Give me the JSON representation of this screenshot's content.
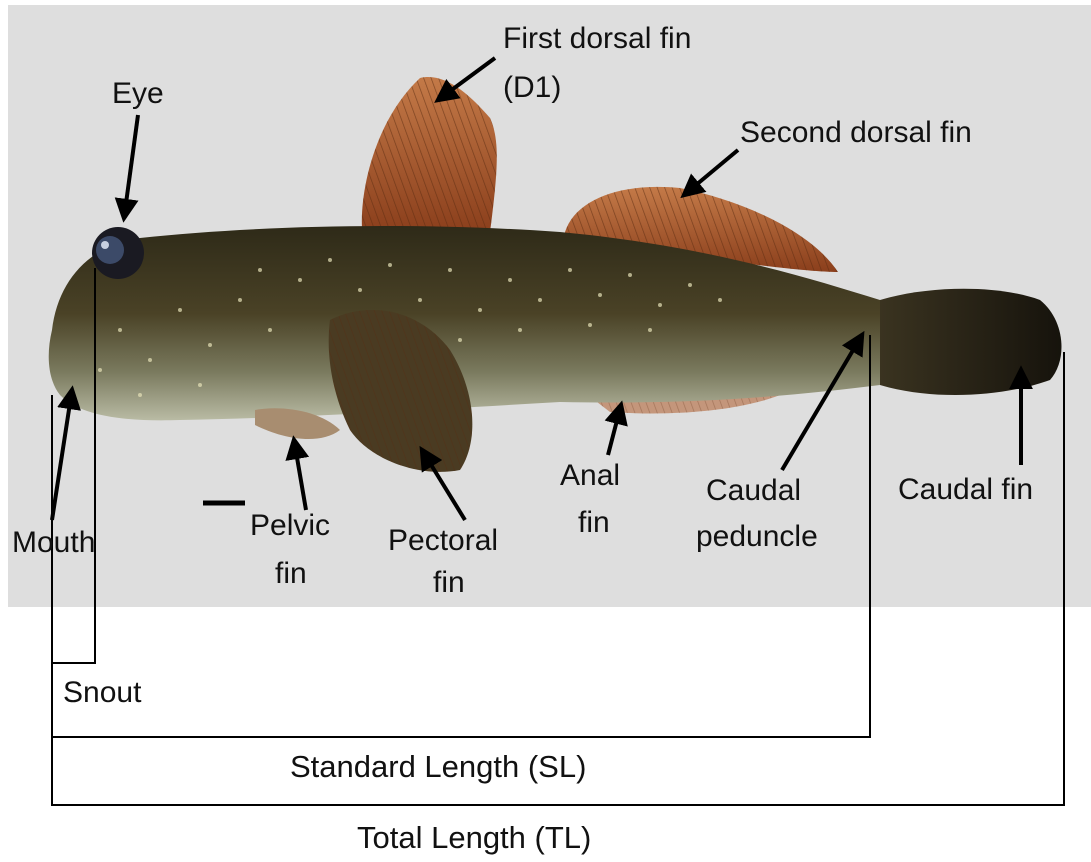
{
  "labels": {
    "first_dorsal_fin": [
      "First dorsal fin",
      "(D1)"
    ],
    "eye": "Eye",
    "second_dorsal_fin": "Second dorsal fin",
    "mouth": "Mouth",
    "pelvic_fin": [
      "Pelvic",
      "fin"
    ],
    "pectoral_fin": [
      "Pectoral",
      "fin"
    ],
    "anal_fin": [
      "Anal",
      "fin"
    ],
    "caudal_peduncle": [
      "Caudal",
      "peduncle"
    ],
    "caudal_fin": "Caudal fin",
    "snout": "Snout",
    "standard_length": "Standard Length (SL)",
    "total_length": "Total Length (TL)"
  },
  "colors": {
    "photo_background": "#dedede",
    "fish_body": "#3f3a22",
    "fin": "#a8592c",
    "line": "#000000"
  }
}
